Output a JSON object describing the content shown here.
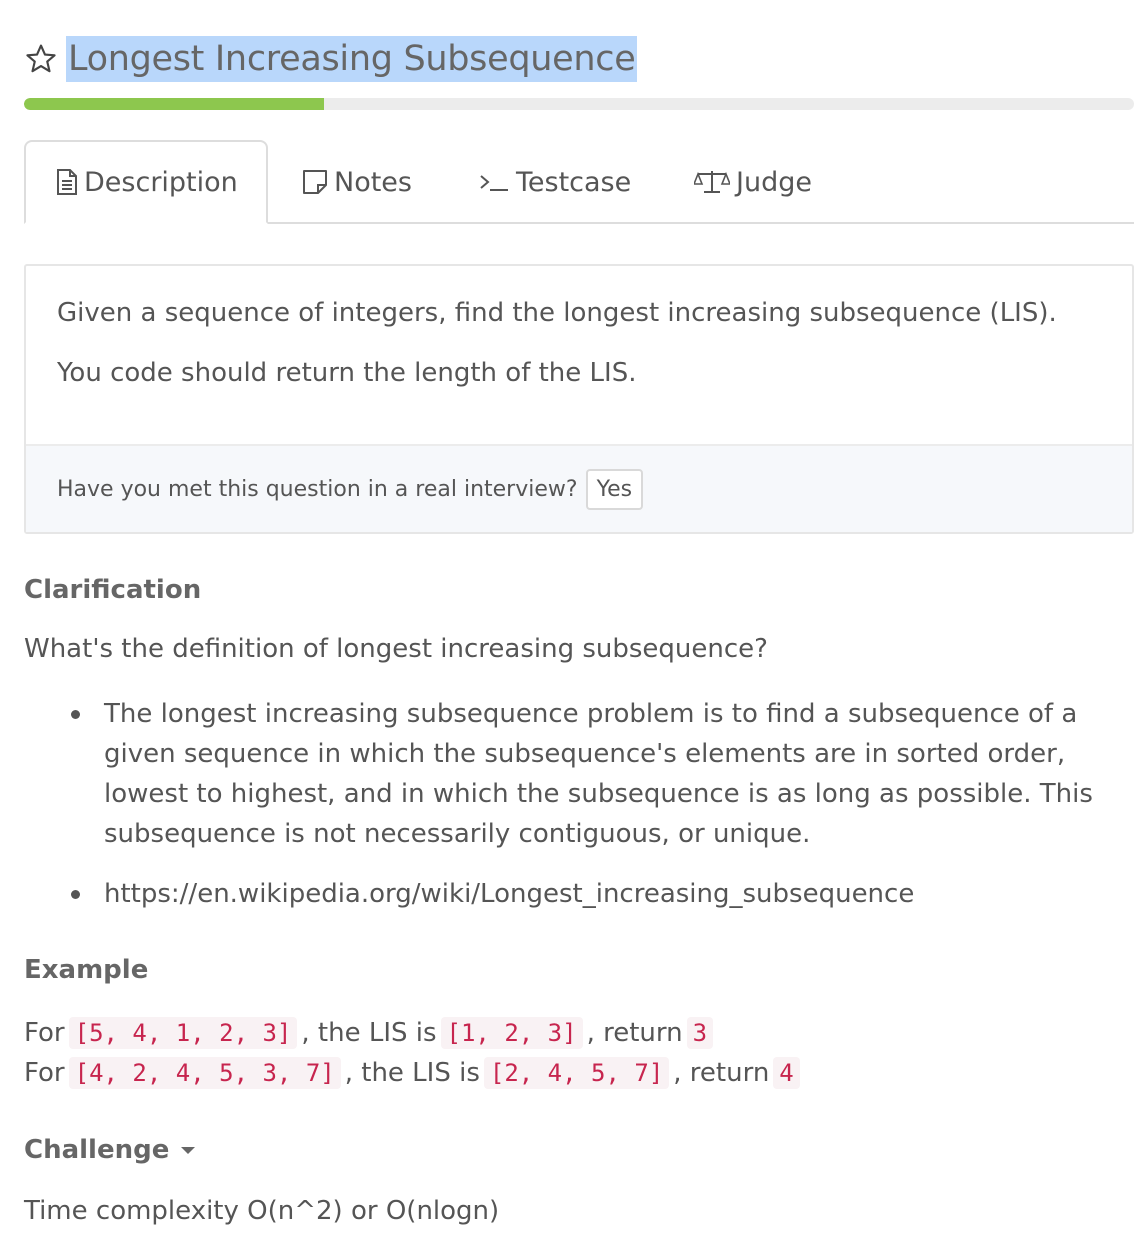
{
  "title": "Longest Increasing Subsequence",
  "progress_fraction": 0.27,
  "colors": {
    "progress": "#8dc74e",
    "title_highlight": "#b9d7fb",
    "code_text": "#c7254e",
    "code_bg": "#f9f2f4"
  },
  "tabs": [
    {
      "label": "Description",
      "icon": "document-icon",
      "active": true
    },
    {
      "label": "Notes",
      "icon": "note-icon",
      "active": false
    },
    {
      "label": "Testcase",
      "icon": "terminal-icon",
      "active": false
    },
    {
      "label": "Judge",
      "icon": "scale-icon",
      "active": false
    }
  ],
  "description": {
    "line1": "Given a sequence of integers, find the longest increasing subsequence (LIS).",
    "line2": "You code should return the length of the LIS."
  },
  "interview": {
    "question": "Have you met this question in a real interview?",
    "button": "Yes"
  },
  "clarification": {
    "title": "Clarification",
    "question": "What's the definition of longest increasing subsequence?",
    "bullets": [
      "The longest increasing subsequence problem is to find a subsequence of a given sequence in which the subsequence's elements are in sorted order, lowest to highest, and in which the subsequence is as long as possible. This subsequence is not necessarily contiguous, or unique.",
      "https://en.wikipedia.org/wiki/Longest_increasing_subsequence"
    ]
  },
  "example": {
    "title": "Example",
    "lines": [
      {
        "for": "For",
        "input": "[5, 4, 1, 2, 3]",
        "mid": ", the LIS is",
        "lis": "[1, 2, 3]",
        "ret": ", return",
        "answer": "3"
      },
      {
        "for": "For",
        "input": "[4, 2, 4, 5, 3, 7]",
        "mid": ", the LIS is",
        "lis": "[2, 4, 5, 7]",
        "ret": ", return",
        "answer": "4"
      }
    ]
  },
  "challenge": {
    "title": "Challenge",
    "text": "Time complexity O(n^2) or O(nlogn)"
  }
}
